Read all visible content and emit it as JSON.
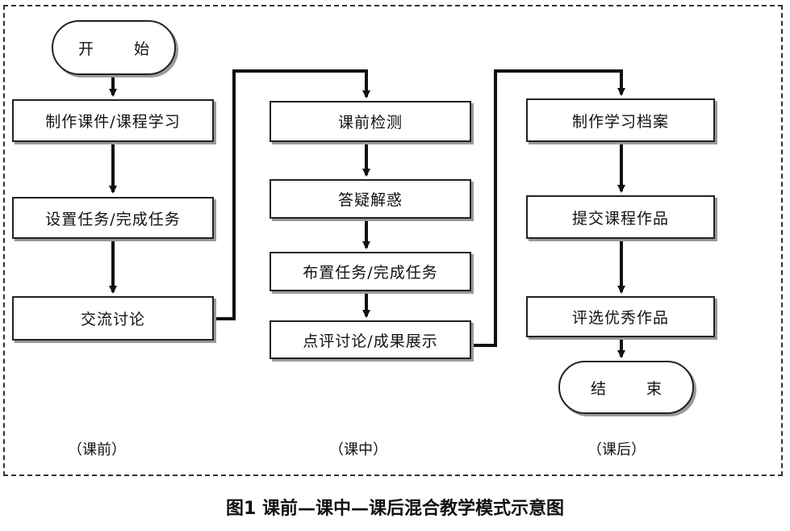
{
  "start": "开 始",
  "end": "结 束",
  "columns": {
    "pre": {
      "label": "（课前）",
      "steps": [
        "制作课件/课程学习",
        "设置任务/完成任务",
        "交流讨论"
      ]
    },
    "mid": {
      "label": "（课中）",
      "steps": [
        "课前检测",
        "答疑解惑",
        "布置任务/完成任务",
        "点评讨论/成果展示"
      ]
    },
    "post": {
      "label": "（课后）",
      "steps": [
        "制作学习档案",
        "提交课程作品",
        "评选优秀作品"
      ]
    }
  },
  "caption": "图1  课前—课中—课后混合教学模式示意图"
}
